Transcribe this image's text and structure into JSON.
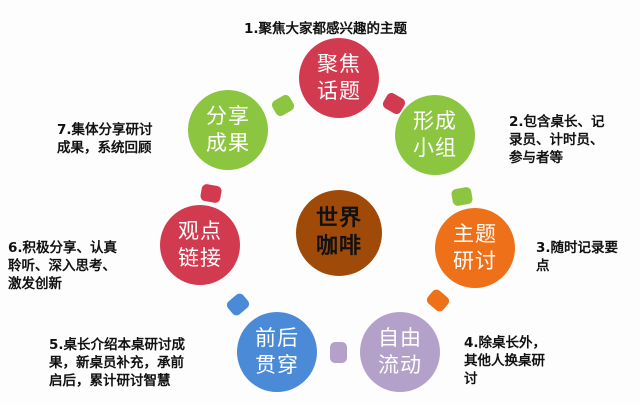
{
  "center": {
    "line1": "世界",
    "line2": "咖啡",
    "color": "#a04a0a"
  },
  "nodes": [
    {
      "line1": "聚焦",
      "line2": "话题",
      "color": "#d23b4f"
    },
    {
      "line1": "形成",
      "line2": "小组",
      "color": "#8cc641"
    },
    {
      "line1": "主题",
      "line2": "研讨",
      "color": "#ee7119"
    },
    {
      "line1": "自由",
      "line2": "流动",
      "color": "#b3a1c9"
    },
    {
      "line1": "前后",
      "line2": "贯穿",
      "color": "#4a8ad6"
    },
    {
      "line1": "观点",
      "line2": "链接",
      "color": "#d23b4f"
    },
    {
      "line1": "分享",
      "line2": "成果",
      "color": "#8cc641"
    }
  ],
  "notes": [
    {
      "lines": [
        "1.聚焦大家都感兴趣的主题"
      ]
    },
    {
      "lines": [
        "2.包含桌长、记",
        "录员、计时员、",
        "参与者等"
      ]
    },
    {
      "lines": [
        "3.随时记录要",
        "点"
      ]
    },
    {
      "lines": [
        "4.除桌长外，",
        "其他人换桌研",
        "讨"
      ]
    },
    {
      "lines": [
        "5.桌长介绍本桌研讨成",
        "果，新桌员补充，承前",
        "启后，累计研讨智慧"
      ]
    },
    {
      "lines": [
        "6.积极分享、认真",
        "聆听、深入思考、",
        "激发创新"
      ]
    },
    {
      "lines": [
        "7.集体分享研讨",
        "成果，系统回顾"
      ]
    }
  ]
}
